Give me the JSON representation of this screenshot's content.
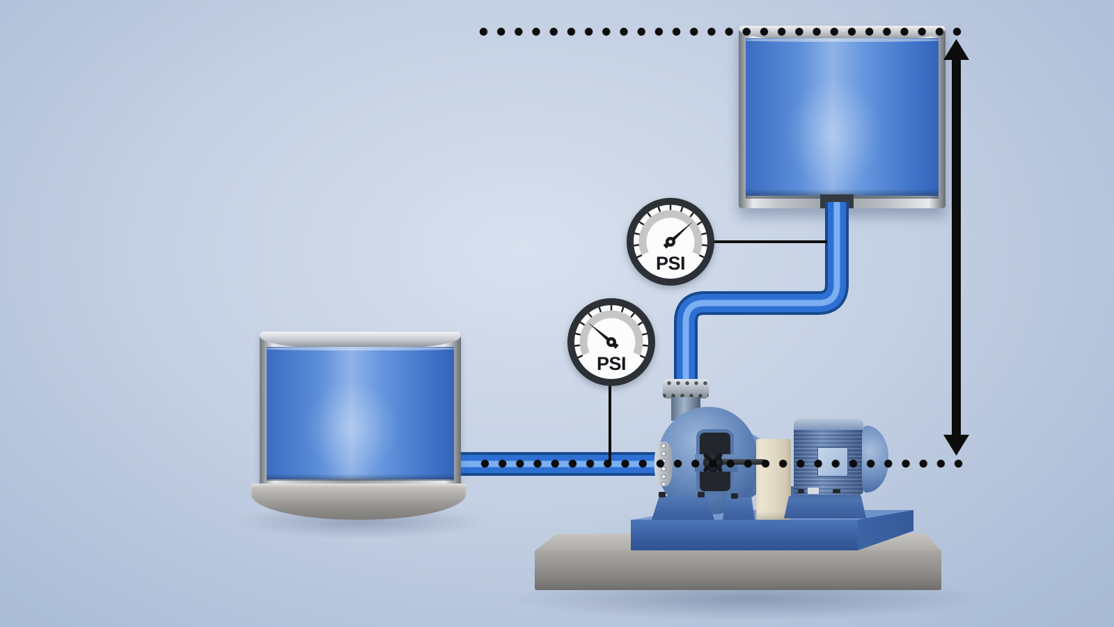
{
  "diagram": {
    "name": "centrifugal-pump-suction-discharge-pressure-diagram",
    "gauges": [
      {
        "name": "discharge-pressure-gauge",
        "label": "PSI",
        "needle_angle_deg": 48
      },
      {
        "name": "suction-pressure-gauge",
        "label": "PSI",
        "needle_angle_deg": -50
      }
    ],
    "annotations": {
      "upper_water_level_line_style": "dotted",
      "pump_centerline_style": "dotted",
      "head_arrow_style": "vertical-double-headed"
    },
    "colors": {
      "background_center": "#d7e0ee",
      "background_edge": "#a6b7d3",
      "water_blue": "#4a7dd4",
      "pipe_blue": "#2e6fd4",
      "pipe_highlight": "#7fb2f2",
      "pump_blue": "#5c80b8",
      "baseplate_blue": "#3b61a3",
      "coupling_cream": "#e8e1cd",
      "concrete_gray": "#9b9995",
      "metal_silver": "#c3c7cb",
      "annotation_black": "#0c0c0c",
      "gauge_ring": "#2c3136",
      "gauge_arc_gray": "#c6c6c6"
    }
  }
}
